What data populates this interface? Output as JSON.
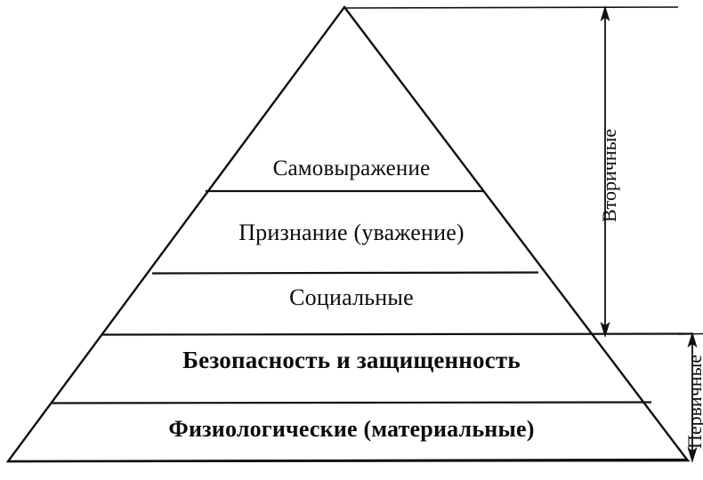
{
  "diagram": {
    "type": "maslow-hierarchy-pyramid",
    "title": "",
    "language": "ru",
    "background_color": "#ffffff",
    "line_color": "#101010",
    "levels": [
      {
        "id": "self-actualization",
        "rank": 5,
        "label": "Самовыражение"
      },
      {
        "id": "esteem",
        "rank": 4,
        "label": "Признание (уважение)"
      },
      {
        "id": "social",
        "rank": 3,
        "label": "Социальные"
      },
      {
        "id": "safety",
        "rank": 2,
        "label": "Безопасность и защищенность"
      },
      {
        "id": "physiological",
        "rank": 1,
        "label": "Физиологические (материальные)"
      }
    ],
    "groups": [
      {
        "id": "secondary",
        "label": "Вторичные",
        "covers": [
          "self-actualization",
          "esteem",
          "social"
        ]
      },
      {
        "id": "primary",
        "label": "Первичные",
        "covers": [
          "safety",
          "physiological"
        ]
      }
    ]
  }
}
